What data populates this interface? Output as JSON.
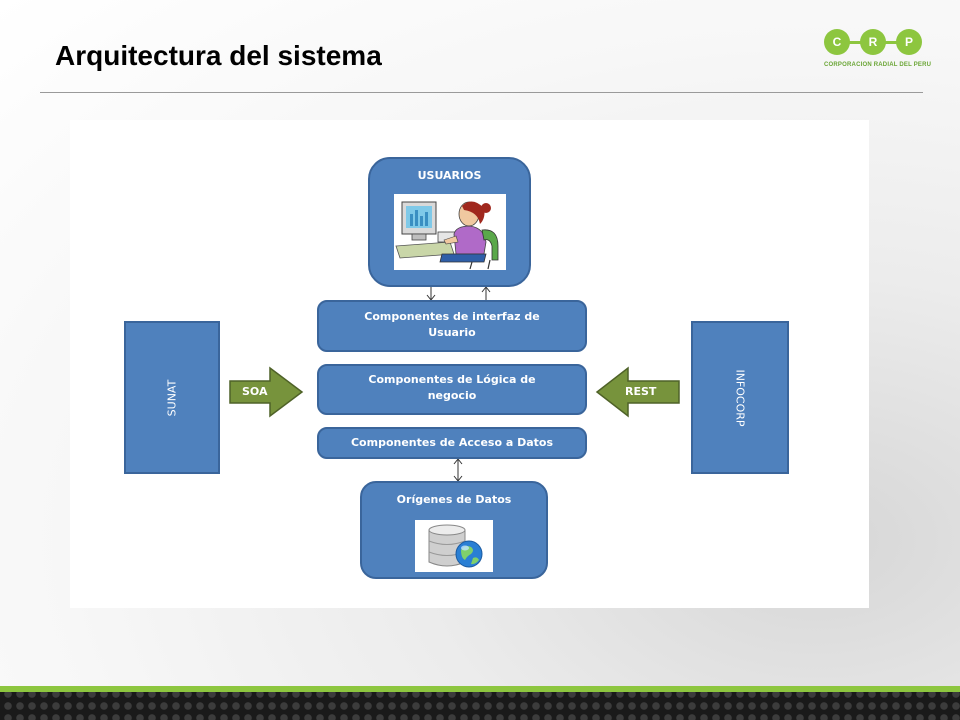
{
  "slide": {
    "title": "Arquitectura del sistema"
  },
  "logo": {
    "letters": [
      "C",
      "R",
      "P"
    ],
    "subtitle": "CORPORACION RADIAL DEL PERU",
    "color": "#8dc63f"
  },
  "diagram": {
    "users_label": "USUARIOS",
    "ui_label_line1": "Componentes  de interfaz de",
    "ui_label_line2": "Usuario",
    "logic_label_line1": "Componentes  de Lógica de",
    "logic_label_line2": "negocio",
    "data_access_label": "Componentes  de Acceso a Datos",
    "data_sources_label": "Orígenes de Datos",
    "left_system_label": "SUNAT",
    "right_system_label": "INFOCORP",
    "left_arrow_label": "SOA",
    "right_arrow_label": "REST",
    "box_color": "#4f81bd",
    "arrow_color": "#77933c"
  }
}
